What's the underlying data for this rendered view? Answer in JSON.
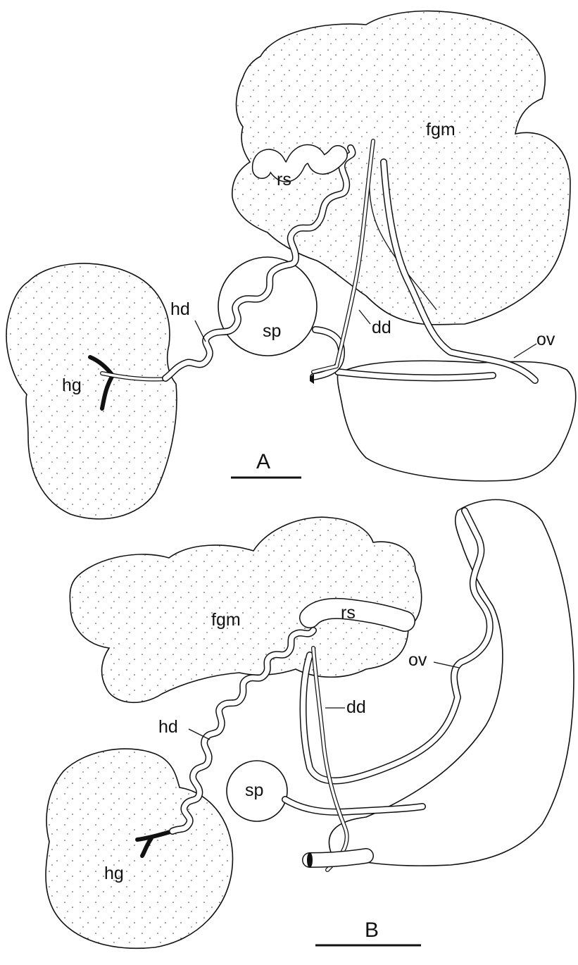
{
  "panels": [
    {
      "id": "A",
      "panel_label": "A",
      "labels": {
        "fgm": "fgm",
        "rs": "rs",
        "hd": "hd",
        "sp": "sp",
        "dd": "dd",
        "ov": "ov",
        "hg": "hg"
      }
    },
    {
      "id": "B",
      "panel_label": "B",
      "labels": {
        "fgm": "fgm",
        "rs": "rs",
        "ov": "ov",
        "dd": "dd",
        "hd": "hd",
        "sp": "sp",
        "hg": "hg"
      }
    }
  ]
}
